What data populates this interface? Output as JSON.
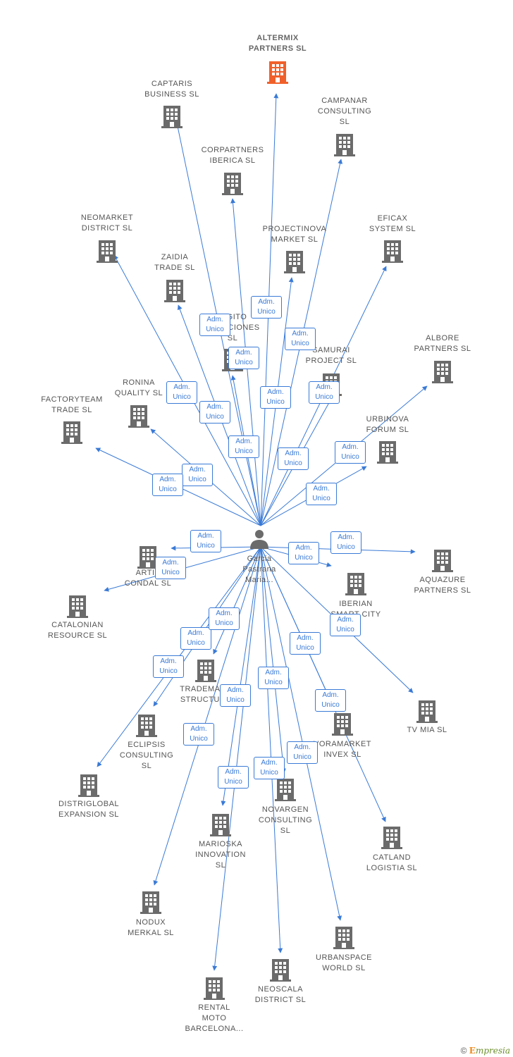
{
  "colors": {
    "edge": "#3a7ad6",
    "building": "#6b6b6b",
    "highlight": "#f0602a",
    "person": "#6b6b6b"
  },
  "person": {
    "name": "Garcia\nPastrana\nMaria...",
    "icon": "person-icon"
  },
  "role": {
    "line1": "Adm.",
    "line2": "Unico"
  },
  "companies": [
    {
      "id": "altermix",
      "name": "ALTERMIX\nPARTNERS SL",
      "highlight": true
    },
    {
      "id": "captaris",
      "name": "CAPTARIS\nBUSINESS SL"
    },
    {
      "id": "campanar",
      "name": "CAMPANAR\nCONSULTING\nSL"
    },
    {
      "id": "corpartners",
      "name": "CORPARTNERS\nIBERICA SL"
    },
    {
      "id": "neomarket",
      "name": "NEOMARKET\nDISTRICT SL"
    },
    {
      "id": "projectinova",
      "name": "PROJECTINOVA\nMARKET SL"
    },
    {
      "id": "eficax",
      "name": "EFICAX\nSYSTEM SL"
    },
    {
      "id": "zaidia",
      "name": "ZAIDIA\nTRADE SL"
    },
    {
      "id": "digito",
      "name": "DIGITO\nSOLUCIONES\nSL"
    },
    {
      "id": "samurai",
      "name": "SAMURAI\nPROJECT SL"
    },
    {
      "id": "albore",
      "name": "ALBORE\nPARTNERS SL"
    },
    {
      "id": "ronina",
      "name": "RONINA\nQUALITY SL"
    },
    {
      "id": "factoryteam",
      "name": "FACTORYTEAM\nTRADE SL"
    },
    {
      "id": "urbinova",
      "name": "URBINOVA\nFORUM SL"
    },
    {
      "id": "artis",
      "name": "ARTIS\nCONDAL SL"
    },
    {
      "id": "aquazure",
      "name": "AQUAZURE\nPARTNERS SL"
    },
    {
      "id": "iberian",
      "name": "IBERIAN\nSMART CITY"
    },
    {
      "id": "catalonian",
      "name": "CATALONIAN\nRESOURCE SL"
    },
    {
      "id": "trademark",
      "name": "TRADEMARK\nSTRUCTURE"
    },
    {
      "id": "tvmia",
      "name": "TV MIA SL"
    },
    {
      "id": "eclipsis",
      "name": "ECLIPSIS\nCONSULTING\nSL"
    },
    {
      "id": "voramarket",
      "name": "VORAMARKET\nINVEX SL"
    },
    {
      "id": "distriglobal",
      "name": "DISTRIGLOBAL\nEXPANSION SL"
    },
    {
      "id": "novargen",
      "name": "NOVARGEN\nCONSULTING\nSL"
    },
    {
      "id": "marioska",
      "name": "MARIOSKA\nINNOVATION\nSL"
    },
    {
      "id": "catland",
      "name": "CATLAND\nLOGISTIA SL"
    },
    {
      "id": "nodux",
      "name": "NODUX\nMERKAL SL"
    },
    {
      "id": "urbanspace",
      "name": "URBANSPACE\nWORLD SL"
    },
    {
      "id": "neoscala",
      "name": "NEOSCALA\nDISTRICT SL"
    },
    {
      "id": "rental",
      "name": "RENTAL\nMOTO\nBARCELONA..."
    }
  ],
  "footer": {
    "copyright": "©",
    "brand_e": "E",
    "brand_rest": "mpresia"
  }
}
